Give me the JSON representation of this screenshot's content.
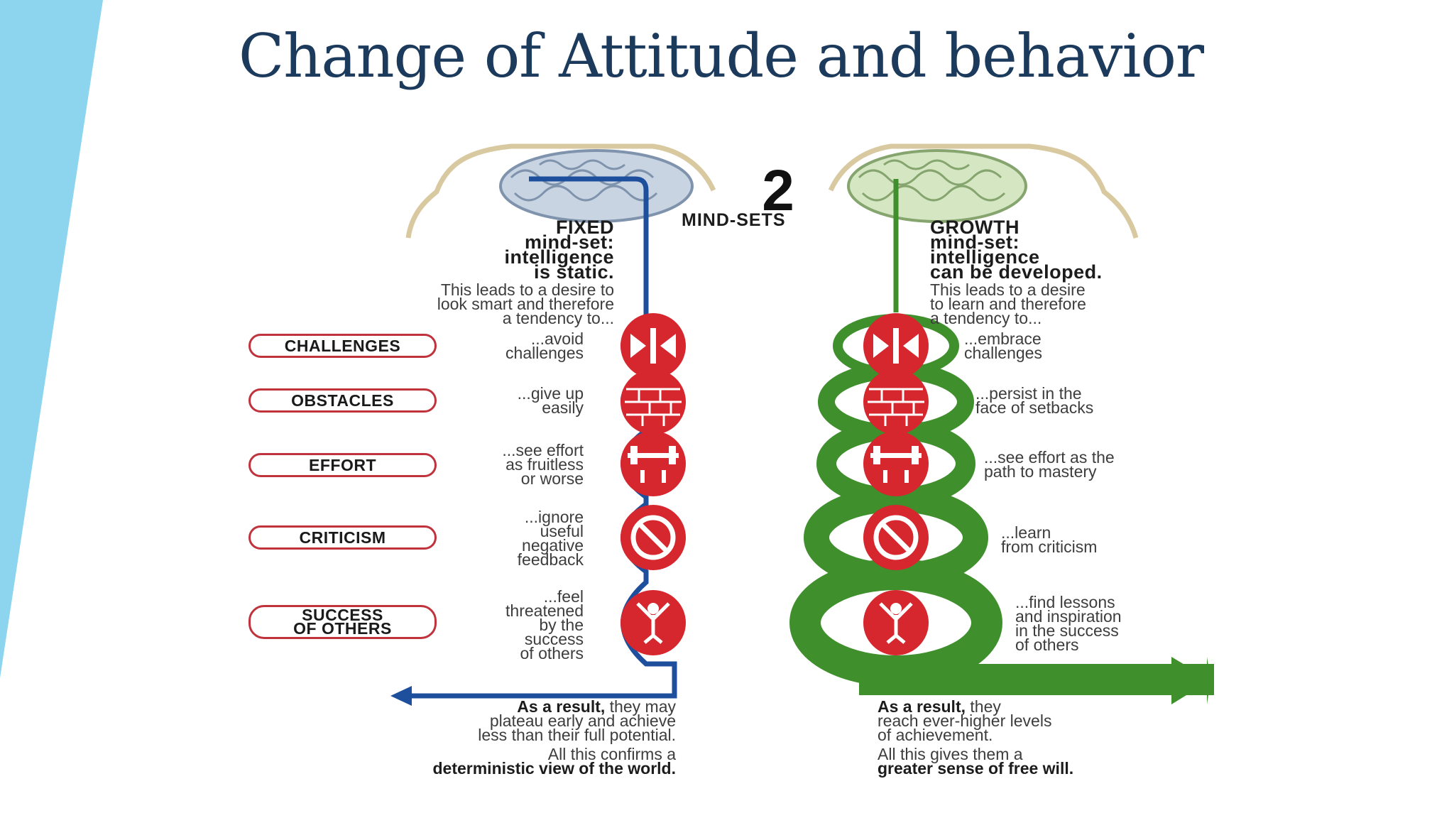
{
  "slide": {
    "title": "Change of Attitude and behavior",
    "accent_color": "#8dd4ee"
  },
  "diagram": {
    "big_number": "2",
    "subtitle": "MIND-SETS",
    "colors": {
      "fixed": "#1e4f9c",
      "growth": "#3f8f2d",
      "icon": "#d6262e"
    },
    "fixed": {
      "heading": "FIXED\nmind-set:\nintelligence\nis static.",
      "intro": "This leads to a desire to\nlook smart and therefore\na tendency to...",
      "result_bold": "As a result,",
      "result": "they may\nplateau early and achieve\nless than their full potential.",
      "conclusion": "All this confirms a",
      "conclusion_bold": "deterministic view of the world."
    },
    "growth": {
      "heading": "GROWTH\nmind-set:\nintelligence\ncan be developed.",
      "intro": "This leads to a desire\nto learn and therefore\na tendency to...",
      "result_bold": "As a result,",
      "result": "they\nreach ever-higher levels\nof achievement.",
      "conclusion": "All this gives them a",
      "conclusion_bold": "greater sense of free will."
    },
    "rows": [
      {
        "label": "CHALLENGES",
        "icon": "arrows-blocked-icon",
        "fixed": "...avoid\nchallenges",
        "growth": "...embrace\nchallenges"
      },
      {
        "label": "OBSTACLES",
        "icon": "brick-wall-icon",
        "fixed": "...give up\neasily",
        "growth": "...persist in the\nface of setbacks"
      },
      {
        "label": "EFFORT",
        "icon": "barbell-icon",
        "fixed": "...see effort\nas fruitless\nor worse",
        "growth": "...see effort as the\npath to mastery"
      },
      {
        "label": "CRITICISM",
        "icon": "no-entry-icon",
        "fixed": "...ignore\nuseful\nnegative\nfeedback",
        "growth": "...learn\nfrom criticism"
      },
      {
        "label": "SUCCESS\nOF OTHERS",
        "icon": "trophy-figure-icon",
        "fixed": "...feel\nthreatened\nby the\nsuccess\nof others",
        "growth": "...find lessons\nand inspiration\nin the success\nof others"
      }
    ]
  }
}
